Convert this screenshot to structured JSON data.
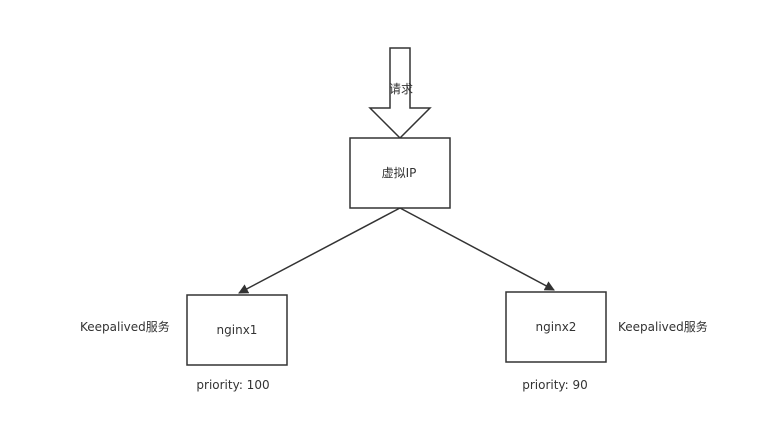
{
  "request_label": "请求",
  "vip_label": "虚拟IP",
  "nodes": [
    {
      "name": "nginx1",
      "service": "Keepalived服务",
      "priority": "priority: 100"
    },
    {
      "name": "nginx2",
      "service": "Keepalived服务",
      "priority": "priority: 90"
    }
  ],
  "colors": {
    "stroke": "#333333",
    "text": "#333333",
    "background": "#ffffff"
  }
}
